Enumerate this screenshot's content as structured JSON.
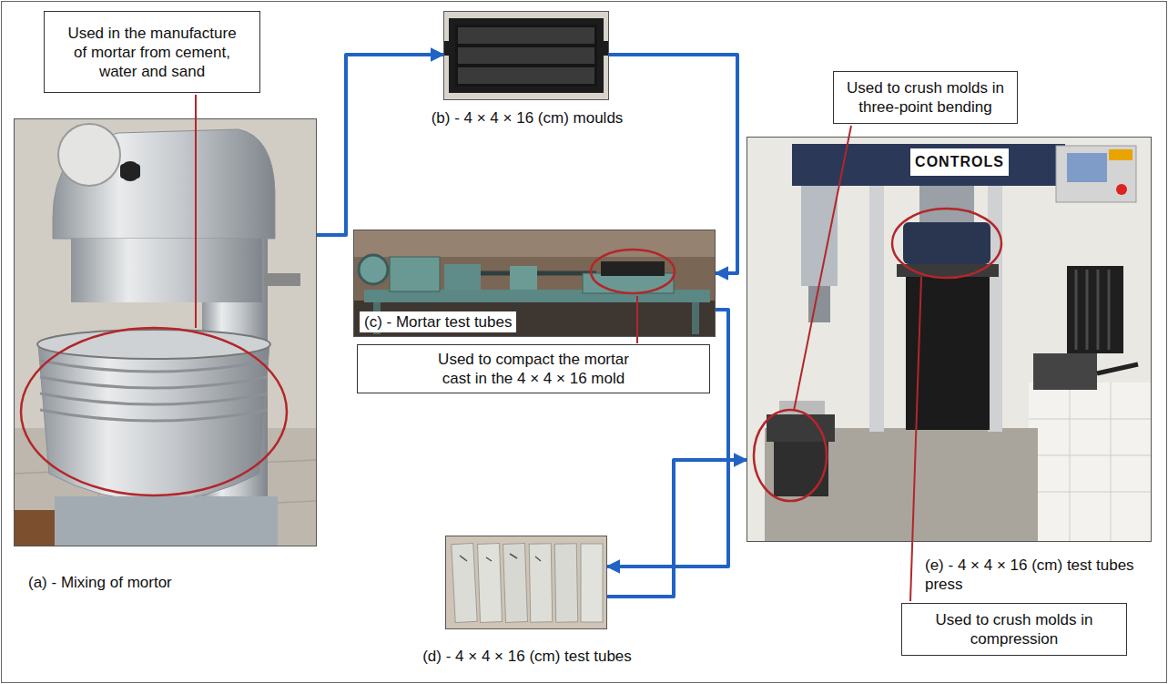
{
  "diagram": {
    "nodes": [
      {
        "text": [
          "Used in the manufacture of mortar from cement, water and sand"
        ]
      },
      {
        "text": [
          "(a) - Mixing of mortor"
        ]
      },
      {
        "text": [
          "(b) - 4 × 4 × 16 (cm) moulds"
        ]
      },
      {
        "text": [
          "(c) - Mortar test tubes"
        ]
      },
      {
        "text": [
          "Used to compact the mortar cast in the 4 × 4 × 16 mold"
        ]
      },
      {
        "text": [
          "(d) - 4 × 4 × 16 (cm) test tubes"
        ]
      },
      {
        "text": [
          "Used to crush molds in three-point bending"
        ]
      },
      {
        "text": [
          "(e) - 4 × 4 × 16 (cm) test tubes press"
        ]
      },
      {
        "text": [
          "Used to crush molds in compression"
        ]
      }
    ],
    "edges": [
      {
        "from": 1,
        "to": 2,
        "arrow": "to"
      },
      {
        "from": 2,
        "to": 3,
        "arrow": "to"
      },
      {
        "from": 3,
        "to": 5,
        "arrow": "to"
      },
      {
        "from": 5,
        "to": 7,
        "arrow": "to"
      }
    ],
    "labels": [
      "CONTROLS"
    ]
  }
}
